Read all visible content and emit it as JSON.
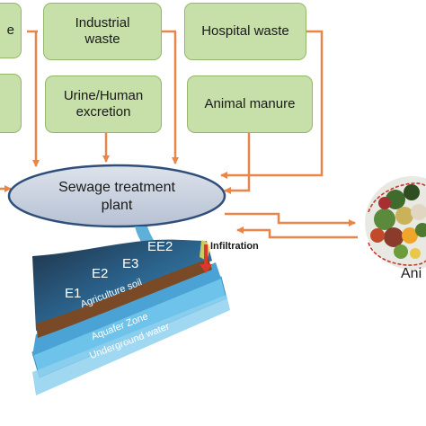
{
  "sources": {
    "left_top_partial": "e",
    "industrial": "Industrial\nwaste",
    "hospital": "Hospital waste",
    "urine": "Urine/Human\nexcretion",
    "manure": "Animal manure"
  },
  "plant": {
    "line1": "Sewage treatment",
    "line2": "plant"
  },
  "aquifer": {
    "zones": [
      "E1",
      "E2",
      "E3",
      "EE2"
    ],
    "infiltration": "Infiltration",
    "layers": [
      "Agriculture soil",
      "Aquafer Zone",
      "Underground water"
    ]
  },
  "animals_partial": "Ani",
  "colors": {
    "box_fill": "#c7dfa9",
    "box_border": "#93b86b",
    "arrow": "#e8864a",
    "plant_fill": "#c9d1e0",
    "plant_border": "#2f4f7a",
    "infiltration_arrow": "#d9382b"
  }
}
